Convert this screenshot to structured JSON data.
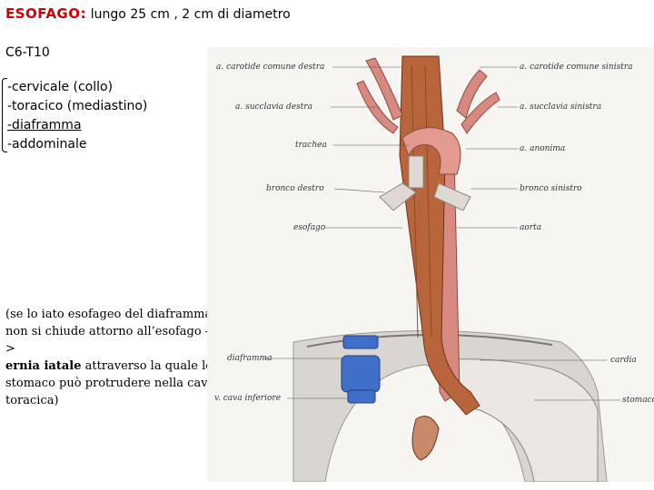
{
  "header": {
    "title": "ESOFAGO:",
    "subtitle": "lungo 25 cm , 2 cm di diametro"
  },
  "levels": "C6-T10",
  "parts": [
    "-cervicale (collo)",
    "-toracico (mediastino)",
    "-diaframma",
    "-addominale"
  ],
  "note": {
    "part1": "(se lo iato esofageo del diaframma non si chiude attorno all’esofago ->",
    "bold": "ernia iatale",
    "part2": "attraverso la quale lo stomaco può protrudere nella cav toracica)"
  },
  "figure": {
    "labels_left": [
      "a. carotide comune destra",
      "a. succlavia destra",
      "trachea",
      "bronco destro",
      "esofago",
      "diaframma",
      "v. cava inferiore"
    ],
    "labels_right": [
      "a. carotide comune sinistra",
      "a. succlavia sinistra",
      "a. anonima",
      "bronco sinistro",
      "aorta",
      "cardia",
      "stomaco"
    ],
    "colors": {
      "esophagus": "#b8653c",
      "artery": "#d98a80",
      "trachea": "#d8d4cc",
      "vena_cava": "#3f6fc9",
      "diaphragm": "#c9c6c2"
    }
  }
}
